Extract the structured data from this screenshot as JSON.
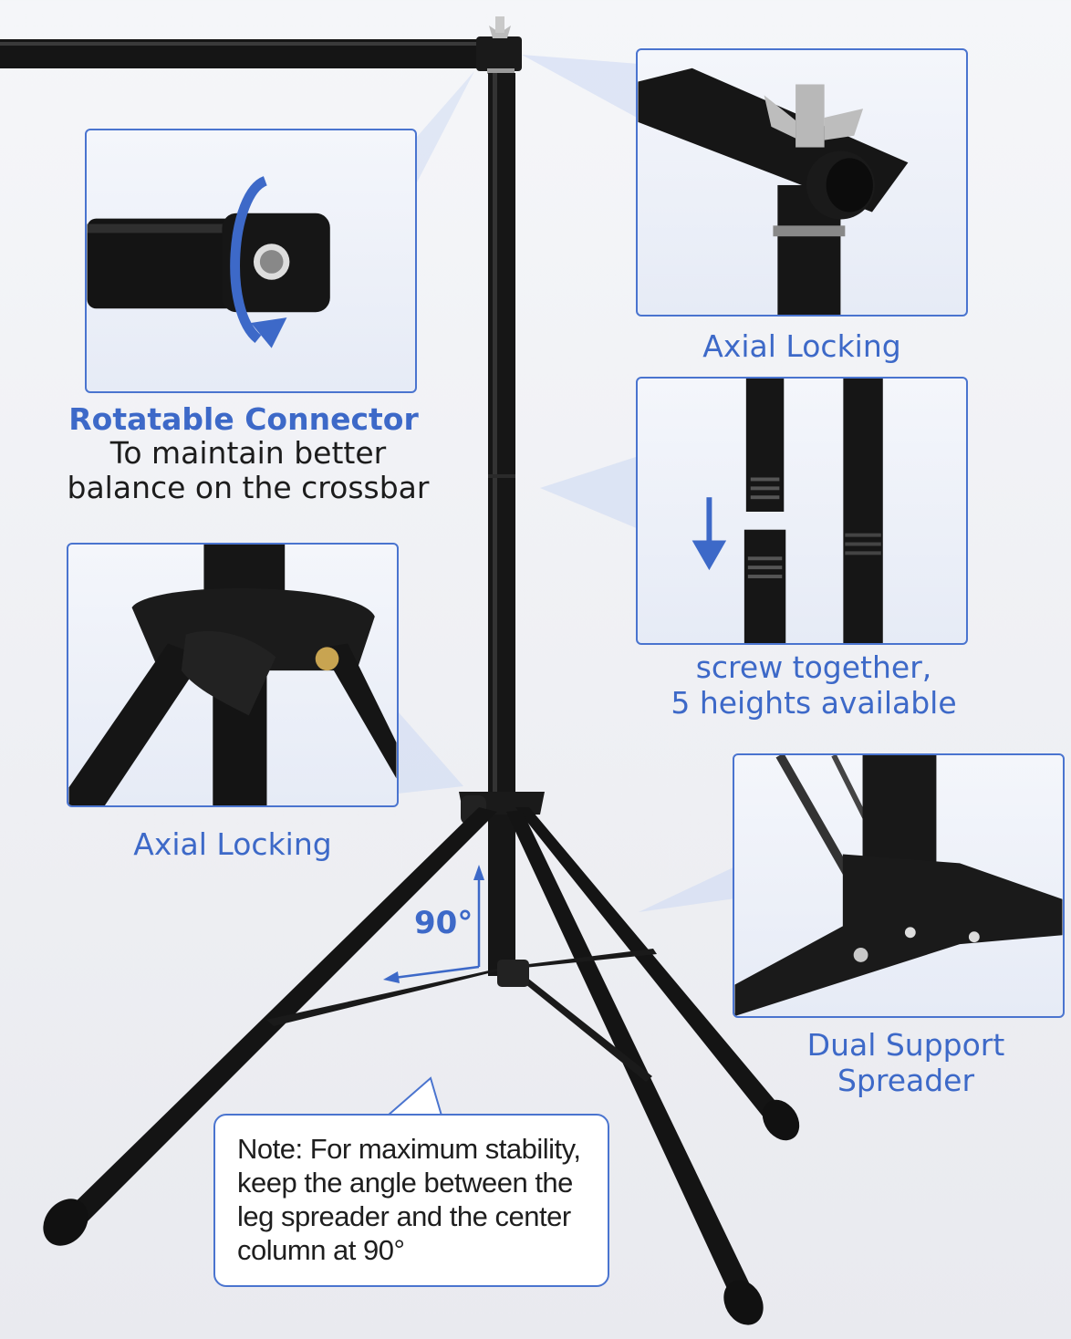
{
  "features": [
    {
      "title": "Rotatable Connector",
      "description": "To maintain better\nbalance on the crossbar"
    },
    {
      "title": "Axial Locking"
    },
    {
      "title": "screw together,\n5 heights available"
    },
    {
      "title": "Axial Locking"
    },
    {
      "title": "Dual Support\nSpreader"
    }
  ],
  "angle": {
    "label": "90°"
  },
  "note": {
    "text": "Note: For maximum stability,\nkeep the angle between the\nleg spreader and the center\ncolumn at 90°"
  },
  "colors": {
    "accent": "#3d69c8",
    "product": "#111111",
    "panel_border": "#4a74cf"
  },
  "icons": [
    "rotate-arrow-icon",
    "down-arrow-icon",
    "angle-arrow-icon"
  ]
}
